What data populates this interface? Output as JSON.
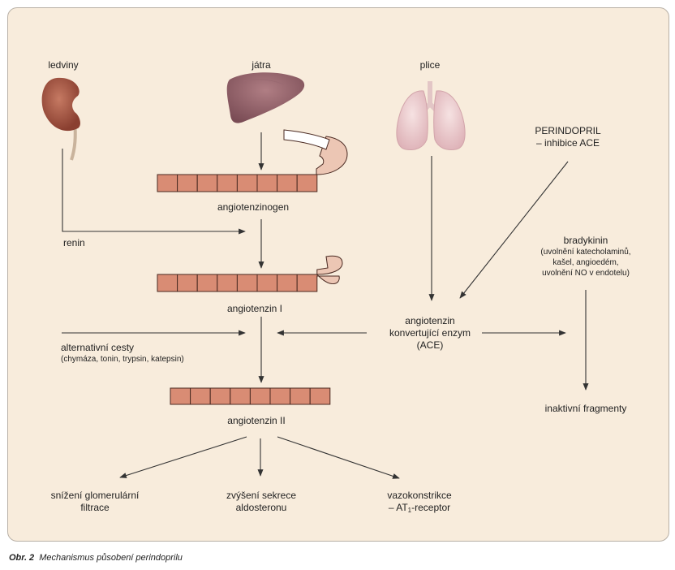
{
  "organs": {
    "kidney": "ledviny",
    "liver": "játra",
    "lungs": "plice"
  },
  "molecules": {
    "angiotensinogen": "angiotenzinogen",
    "angiotensin1": "angiotenzin I",
    "angiotensin2": "angiotenzin II"
  },
  "renin": "renin",
  "perindopril": {
    "line1": "PERINDOPRIL",
    "line2": "– inhibice ACE"
  },
  "ace": {
    "line1": "angiotenzin",
    "line2": "konvertující enzym",
    "line3": "(ACE)"
  },
  "alternative": {
    "line1": "alternativní cesty",
    "line2": "(chymáza, tonin, trypsin, katepsin)"
  },
  "bradykinin": {
    "title": "bradykinin",
    "line1": "(uvolnění katecholaminů,",
    "line2": "kašel, angioedém,",
    "line3": "uvolnění NO v endotelu)"
  },
  "inactive": "inaktivní fragmenty",
  "effects": {
    "filtration": {
      "line1": "snížení glomerulární",
      "line2": "filtrace"
    },
    "aldosterone": {
      "line1": "zvýšení sekrece",
      "line2": "aldosteronu"
    },
    "vasoconstriction": {
      "line1": "vazokonstrikce",
      "line2_pre": "– AT",
      "line2_sub": "1",
      "line2_post": "-receptor"
    }
  },
  "caption": {
    "label": "Obr. 2",
    "text": "Mechanismus působení perindoprilu"
  },
  "colors": {
    "panel_bg": "#f8ecdc",
    "segment": "#d98c74",
    "segment_light": "#ecc6b4",
    "arrow": "#333333"
  }
}
